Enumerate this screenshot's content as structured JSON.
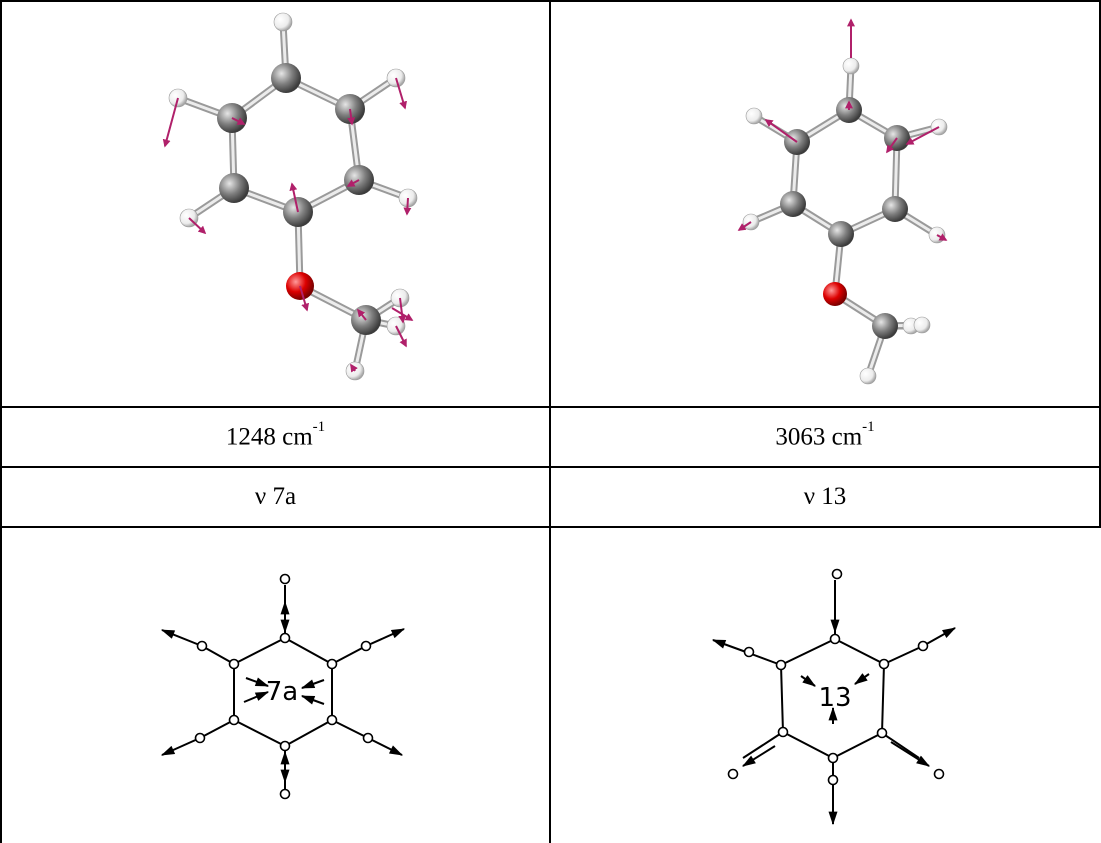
{
  "columns": [
    {
      "frequency_value": "1248",
      "frequency_unit": "cm",
      "frequency_exponent": "-1",
      "mode_label": "ν 7a",
      "diagram_label": "7a"
    },
    {
      "frequency_value": "3063",
      "frequency_unit": "cm",
      "frequency_exponent": "-1",
      "mode_label": "ν 13",
      "diagram_label": "13"
    }
  ],
  "colors": {
    "carbon": "#7f7f7f",
    "oxygen": "#dd0000",
    "hydrogen": "#f2f2f2",
    "bond": "#c8c8c8",
    "displacement_arrow": "#b0206a"
  }
}
